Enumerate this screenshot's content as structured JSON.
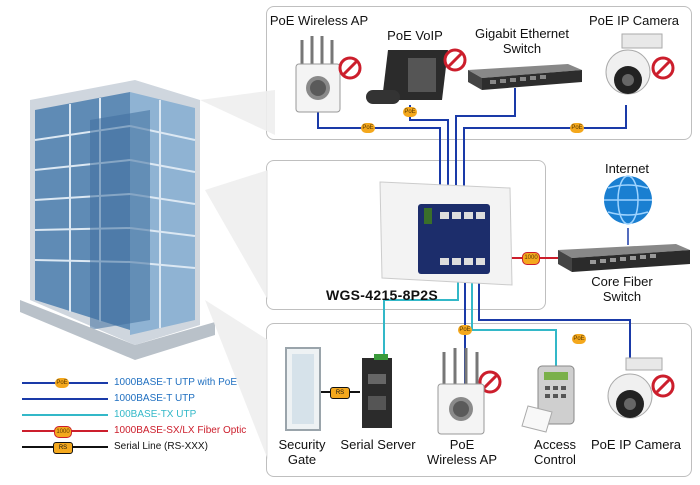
{
  "devices": {
    "top": {
      "wireless_ap": "PoE Wireless AP",
      "voip": "PoE VoIP",
      "gigabit_switch": "Gigabit Ethernet Switch",
      "ip_camera": "PoE IP Camera"
    },
    "middle": {
      "internet": "Internet",
      "core_switch": "Core Fiber Switch",
      "product_name": "WGS-4215-8P2S"
    },
    "bottom": {
      "security_gate": "Security Gate",
      "serial_server": "Serial Server",
      "wireless_ap": "PoE Wireless AP",
      "access_control": "Access Control",
      "ip_camera": "PoE IP Camera"
    }
  },
  "badges": {
    "poe": "PoE",
    "fiber": "1000",
    "serial": "RS"
  },
  "legend": [
    {
      "label": "1000BASE-T UTP with PoE",
      "color": "#1a3aa8",
      "text_color": "#1f6fc0",
      "badge": "PoE"
    },
    {
      "label": "1000BASE-T UTP",
      "color": "#1a3aa8",
      "text_color": "#1f6fc0",
      "badge": ""
    },
    {
      "label": "100BASE-TX UTP",
      "color": "#33b8c8",
      "text_color": "#33b8c8",
      "badge": ""
    },
    {
      "label": "1000BASE-SX/LX Fiber Optic",
      "color": "#cc1e2c",
      "text_color": "#cc1e2c",
      "badge": "1000"
    },
    {
      "label": "Serial Line (RS-XXX)",
      "color": "#111111",
      "text_color": "#111111",
      "badge": "RS"
    }
  ],
  "colors": {
    "poe_line": "#1a3aa8",
    "fast_line": "#33b8c8",
    "fiber_line": "#cc1e2c",
    "serial_line": "#111111",
    "badge_orange": "#f4a81d"
  }
}
